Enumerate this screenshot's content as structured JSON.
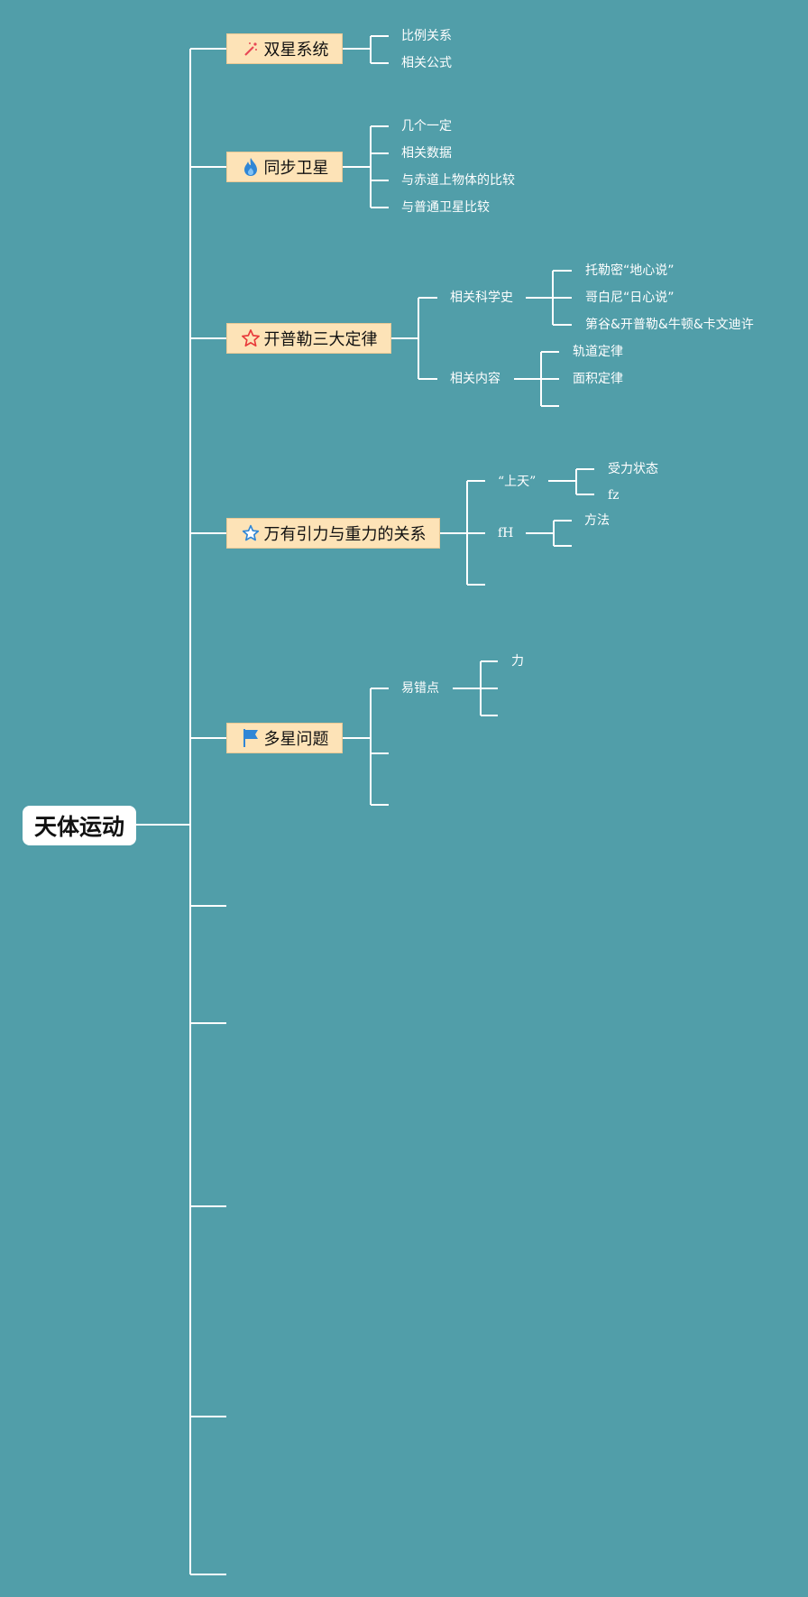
{
  "root": {
    "label": "天体运动"
  },
  "topics": [
    {
      "label": "双星系统",
      "icon": "magic-wand-icon",
      "children": [
        "比例关系",
        "相关公式"
      ]
    },
    {
      "label": "同步卫星",
      "icon": "flame-icon",
      "children": [
        "几个一定",
        "相关数据",
        "与赤道上物体的比较",
        "与普通卫星比较"
      ]
    },
    {
      "label": "开普勒三大定律",
      "icon": "star-outline-icon",
      "children": [
        {
          "label": "相关科学史",
          "children": [
            "托勒密“地心说”",
            "哥白尼“日心说”",
            "第谷&开普勒&牛顿&卡文迪许"
          ]
        },
        {
          "label": "相关内容",
          "children": [
            "轨道定律",
            "面积定律"
          ]
        }
      ]
    },
    {
      "label": "万有引力与重力的关系",
      "icon": "star-small-icon",
      "children": [
        {
          "label": "“上天”",
          "children": [
            "受力状态",
            "fz"
          ]
        },
        {
          "label": "fH",
          "children": [
            "方法"
          ]
        }
      ]
    },
    {
      "label": "多星问题",
      "icon": "flag-icon",
      "children": [
        {
          "label": "易错点",
          "children": [
            "力"
          ]
        }
      ]
    }
  ],
  "colors": {
    "background": "#519ea9",
    "topic_fill": "#fde3b7",
    "line": "#ffffff",
    "root_fill": "#ffffff"
  }
}
